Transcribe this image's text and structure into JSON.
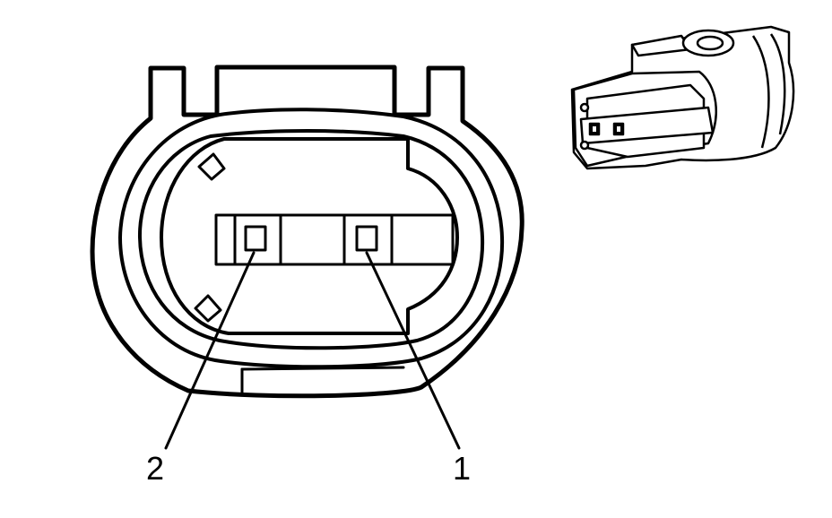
{
  "diagram": {
    "callouts": [
      {
        "id": "terminal-1",
        "label": "1"
      },
      {
        "id": "terminal-2",
        "label": "2"
      }
    ],
    "colors": {
      "line": "#000000",
      "background": "#ffffff"
    }
  }
}
